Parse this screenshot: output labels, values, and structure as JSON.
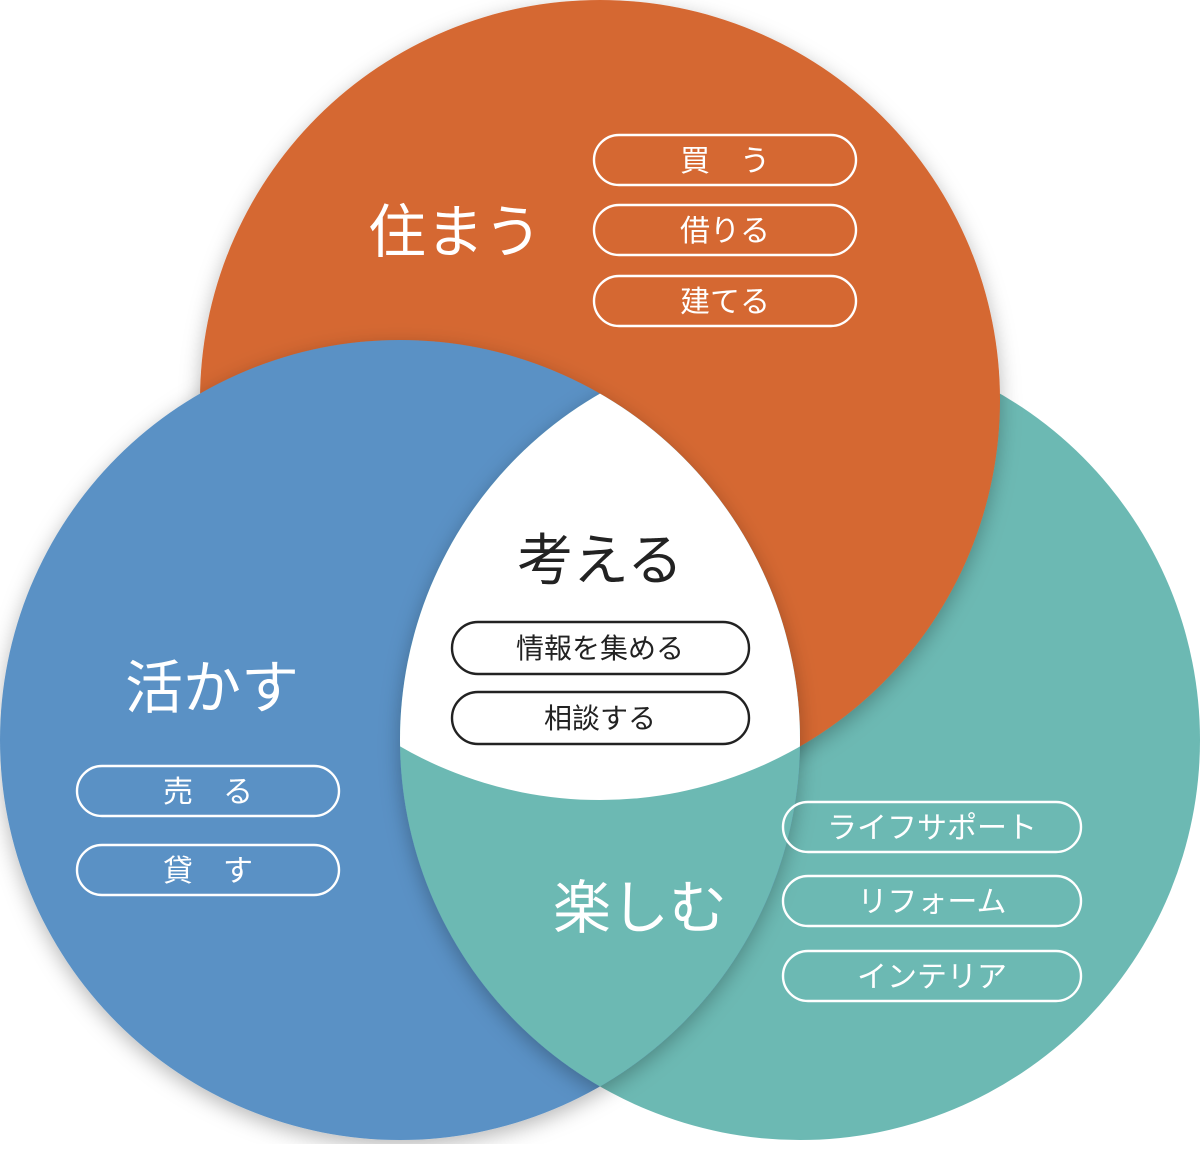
{
  "colors": {
    "orange": "#D56731",
    "blue": "#5A91C5",
    "teal": "#6CB9B3",
    "center": "#ffffff",
    "center_text": "#222222"
  },
  "sumau": {
    "title": "住まう",
    "items": [
      "買　う",
      "借りる",
      "建てる"
    ]
  },
  "ikasu": {
    "title": "活かす",
    "items": [
      "売　る",
      "貸　す"
    ]
  },
  "tanoshimu": {
    "title": "楽しむ",
    "items": [
      "ライフサポート",
      "リフォーム",
      "インテリア"
    ]
  },
  "kangaeru": {
    "title": "考える",
    "items": [
      "情報を集める",
      "相談する"
    ]
  }
}
